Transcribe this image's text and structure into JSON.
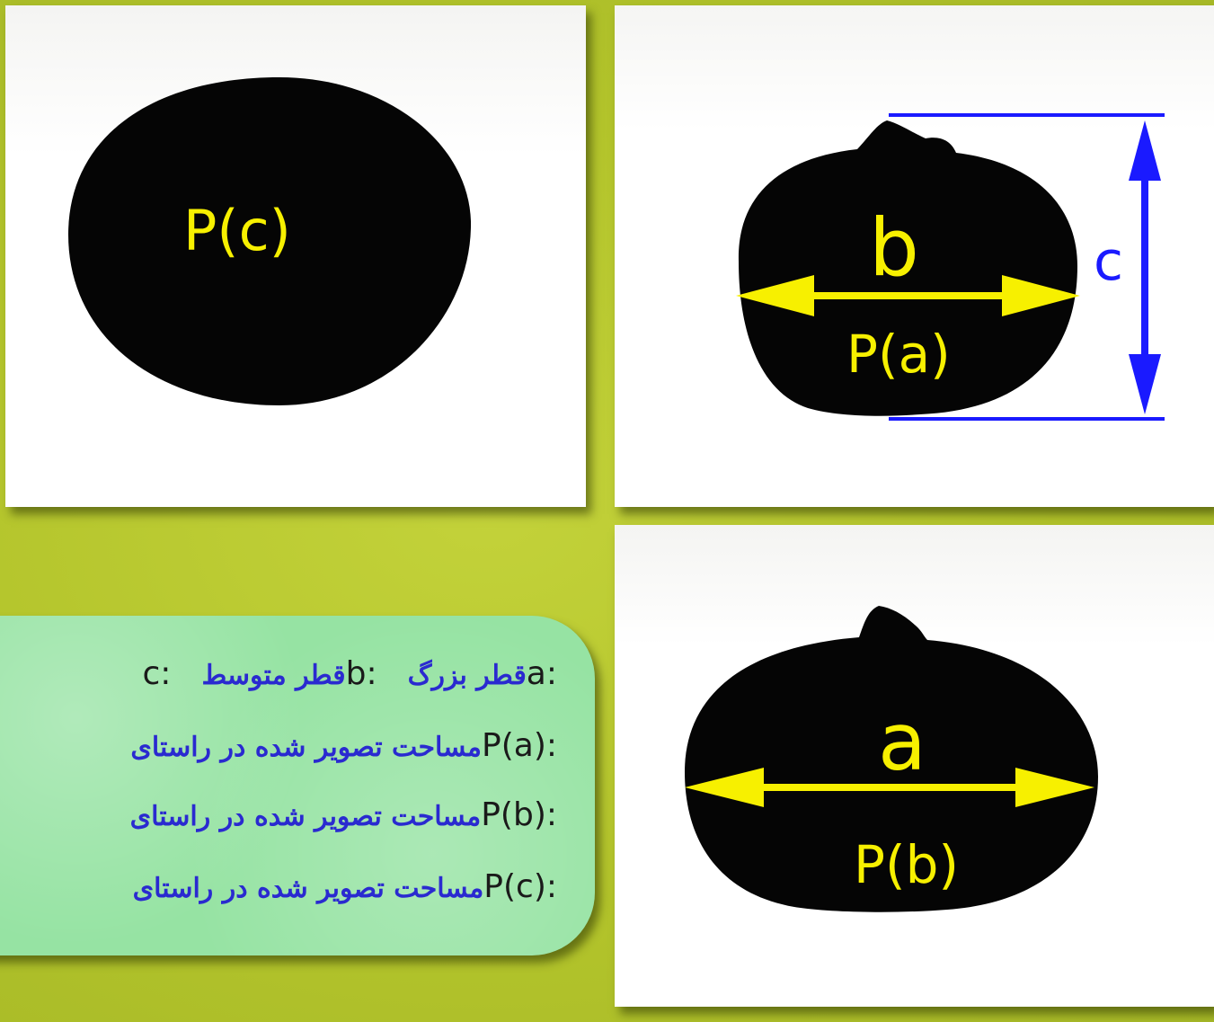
{
  "panels": {
    "top_left": {
      "label": "P(c)"
    },
    "top_right": {
      "diameter_label": "b",
      "area_label": "P(a)",
      "height_label": "c"
    },
    "bottom_right": {
      "diameter_label": "a",
      "area_label": "P(b)"
    }
  },
  "legend": {
    "row1": {
      "a_key": "a:",
      "a_text": "قطر بزرگ",
      "b_key": "b:",
      "b_text": "قطر متوسط",
      "c_key": "c:"
    },
    "row2": {
      "key": "P(a):",
      "text": "مساحت تصویر شده در راستای"
    },
    "row3": {
      "key": "P(b):",
      "text": "مساحت تصویر شده در راستای"
    },
    "row4": {
      "key": "P(c):",
      "text": "مساحت تصویر شده در راستای"
    }
  },
  "colors": {
    "background": "#b3c42b",
    "legend_background": "#96e3a3",
    "label_yellow": "#f7f000",
    "dimension_blue": "#1a1aff",
    "legend_text_blue": "#2a2ad0",
    "seed_black": "#050505"
  }
}
